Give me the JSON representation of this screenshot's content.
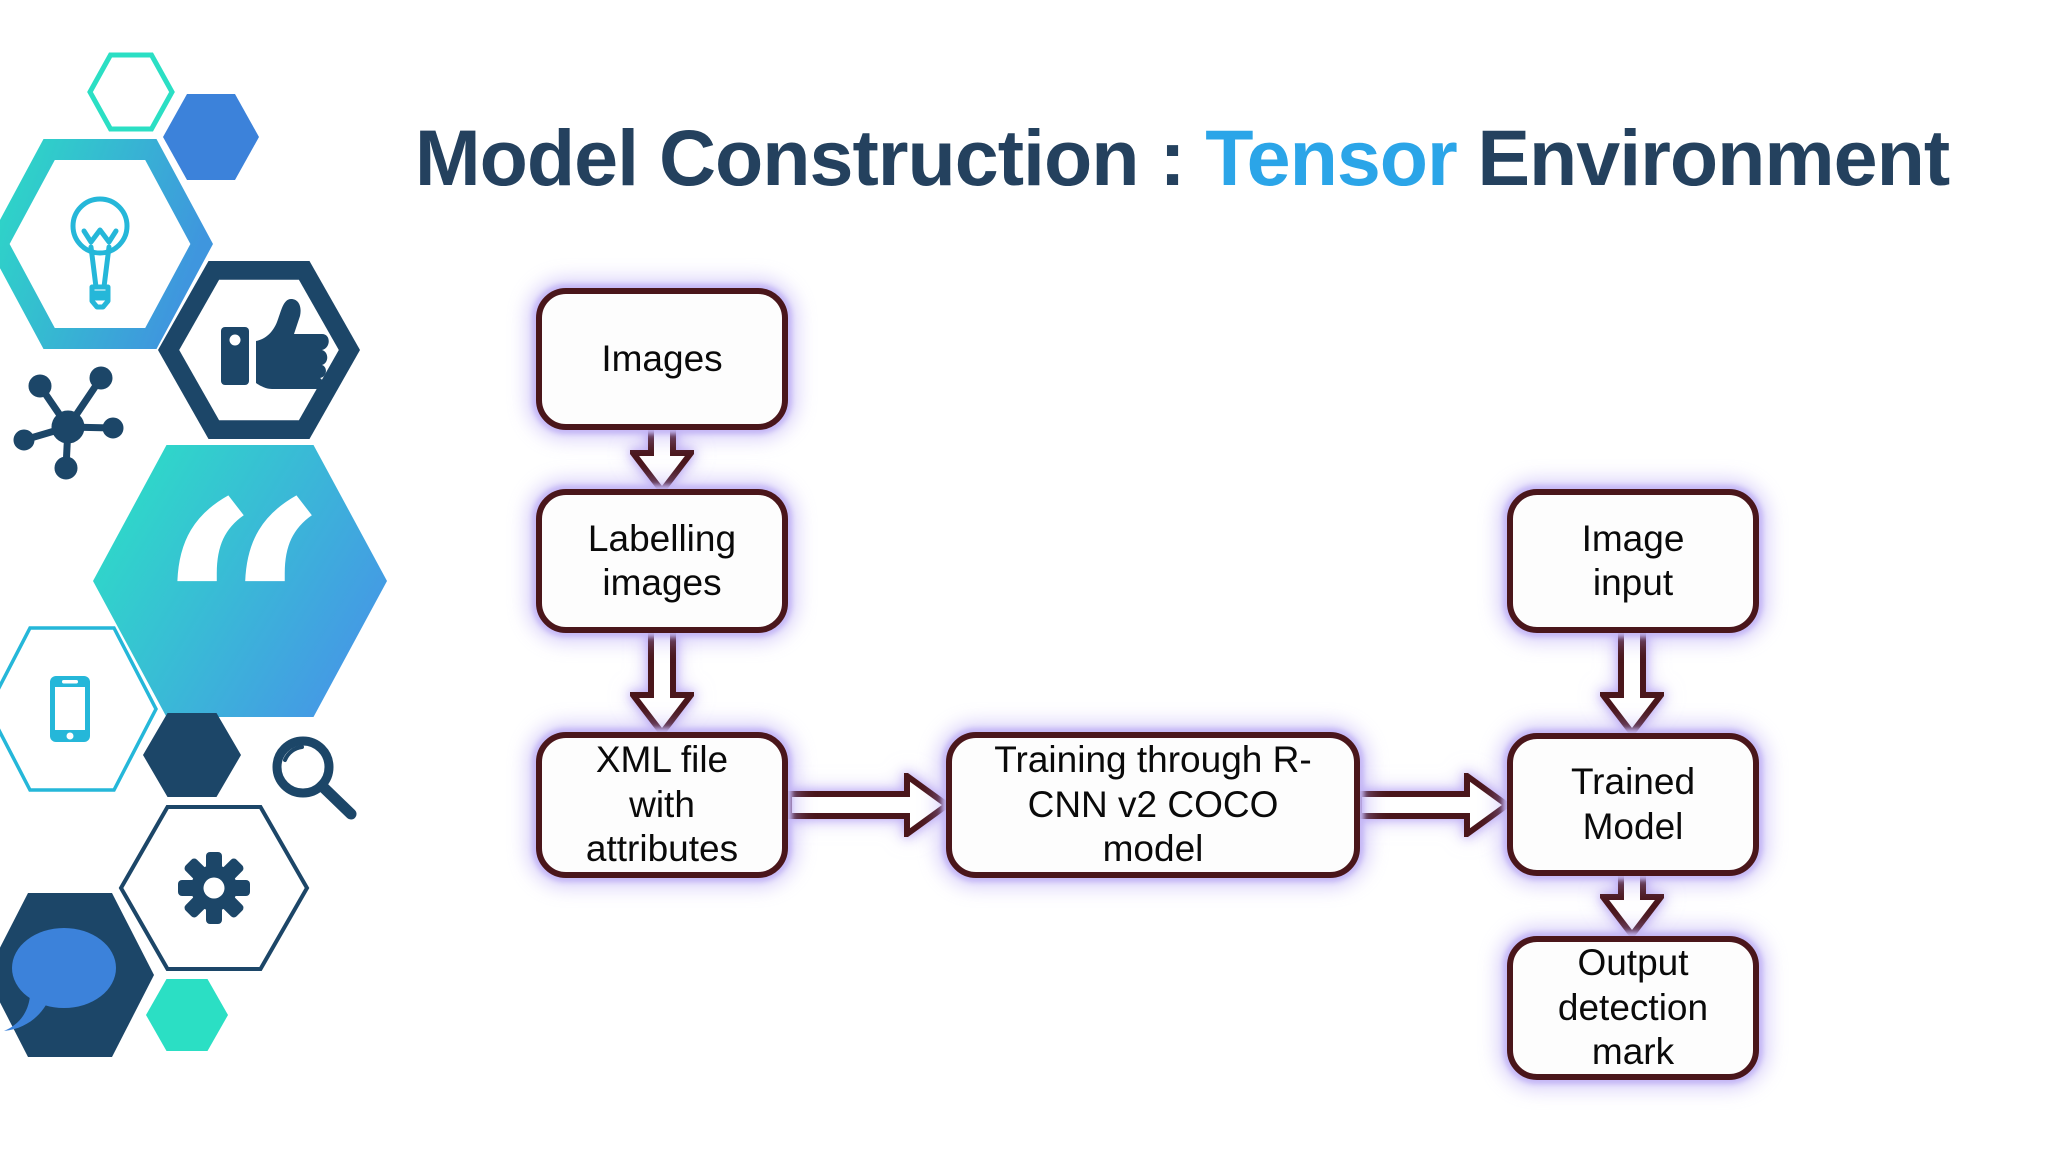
{
  "slide": {
    "title": {
      "part1": "Model Construction :",
      "part2": "Tensor",
      "part3": "Environment"
    }
  },
  "flowchart": {
    "nodes": [
      {
        "id": "images",
        "label": "Images"
      },
      {
        "id": "labelling",
        "label": "Labelling images"
      },
      {
        "id": "xml",
        "label": "XML file with attributes"
      },
      {
        "id": "training",
        "label": "Training through R-CNN v2 COCO model"
      },
      {
        "id": "image-input",
        "label": "Image input"
      },
      {
        "id": "trained",
        "label": "Trained Model"
      },
      {
        "id": "output",
        "label": "Output detection mark"
      }
    ],
    "edges": [
      {
        "from": "images",
        "to": "labelling",
        "direction": "down"
      },
      {
        "from": "labelling",
        "to": "xml",
        "direction": "down"
      },
      {
        "from": "xml",
        "to": "training",
        "direction": "right"
      },
      {
        "from": "training",
        "to": "trained",
        "direction": "right"
      },
      {
        "from": "image-input",
        "to": "trained",
        "direction": "down"
      },
      {
        "from": "trained",
        "to": "output",
        "direction": "down"
      }
    ]
  },
  "decor": {
    "icons": [
      "lightbulb-icon",
      "thumbs-up-icon",
      "network-icon",
      "quote-icon",
      "smartphone-icon",
      "search-icon",
      "gear-icon",
      "chat-bubble-icon"
    ]
  },
  "colors": {
    "title_navy": "#24415E",
    "accent_blue": "#2BA5E8",
    "box_border_maroon": "#4A161B",
    "glow_purple": "#BCA8F2",
    "decor_navy": "#1C4668",
    "decor_blue": "#3C82DA",
    "decor_teal": "#2BDFC4",
    "decor_cyan": "#25B7D9"
  }
}
